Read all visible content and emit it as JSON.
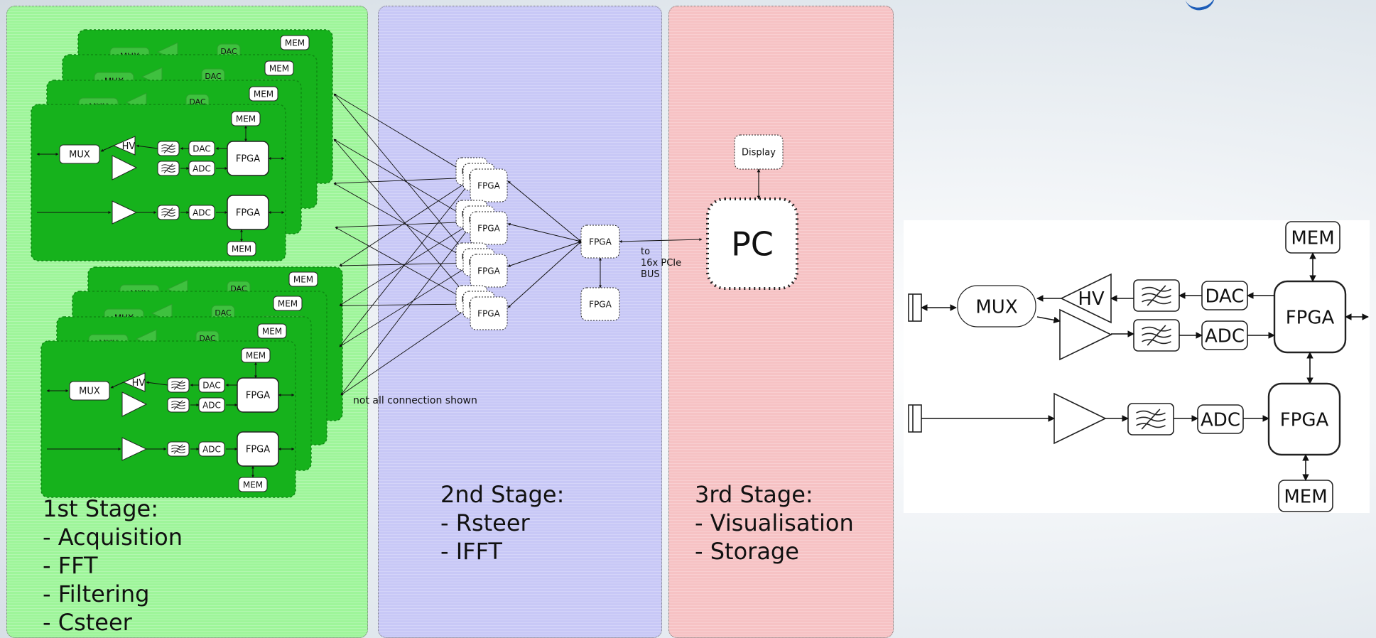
{
  "stages": {
    "stage1": {
      "title": "1st Stage:",
      "items": [
        "- Acquisition",
        "- FFT",
        "- Filtering",
        "- Csteer"
      ]
    },
    "stage2": {
      "title": "2nd Stage:",
      "items": [
        "- Rsteer",
        "- IFFT"
      ]
    },
    "stage3": {
      "title": "3rd Stage:",
      "items": [
        "- Visualisation",
        "- Storage"
      ]
    }
  },
  "labels": {
    "mux": "MUX",
    "hv": "HV",
    "dac": "DAC",
    "adc": "ADC",
    "fpga": "FPGA",
    "mem": "MEM",
    "pc": "PC",
    "display": "Display",
    "bus_note_line1": "to",
    "bus_note_line2": "16x PCIe",
    "bus_note_line3": "BUS",
    "connection_note": "not all connection shown"
  },
  "colors": {
    "stage1_bg": "#9ef59a",
    "stage2_bg": "#c8c8f6",
    "stage3_bg": "#f6c2c4",
    "board_green": "#16b21c",
    "brand_blue": "#1d5db8"
  }
}
